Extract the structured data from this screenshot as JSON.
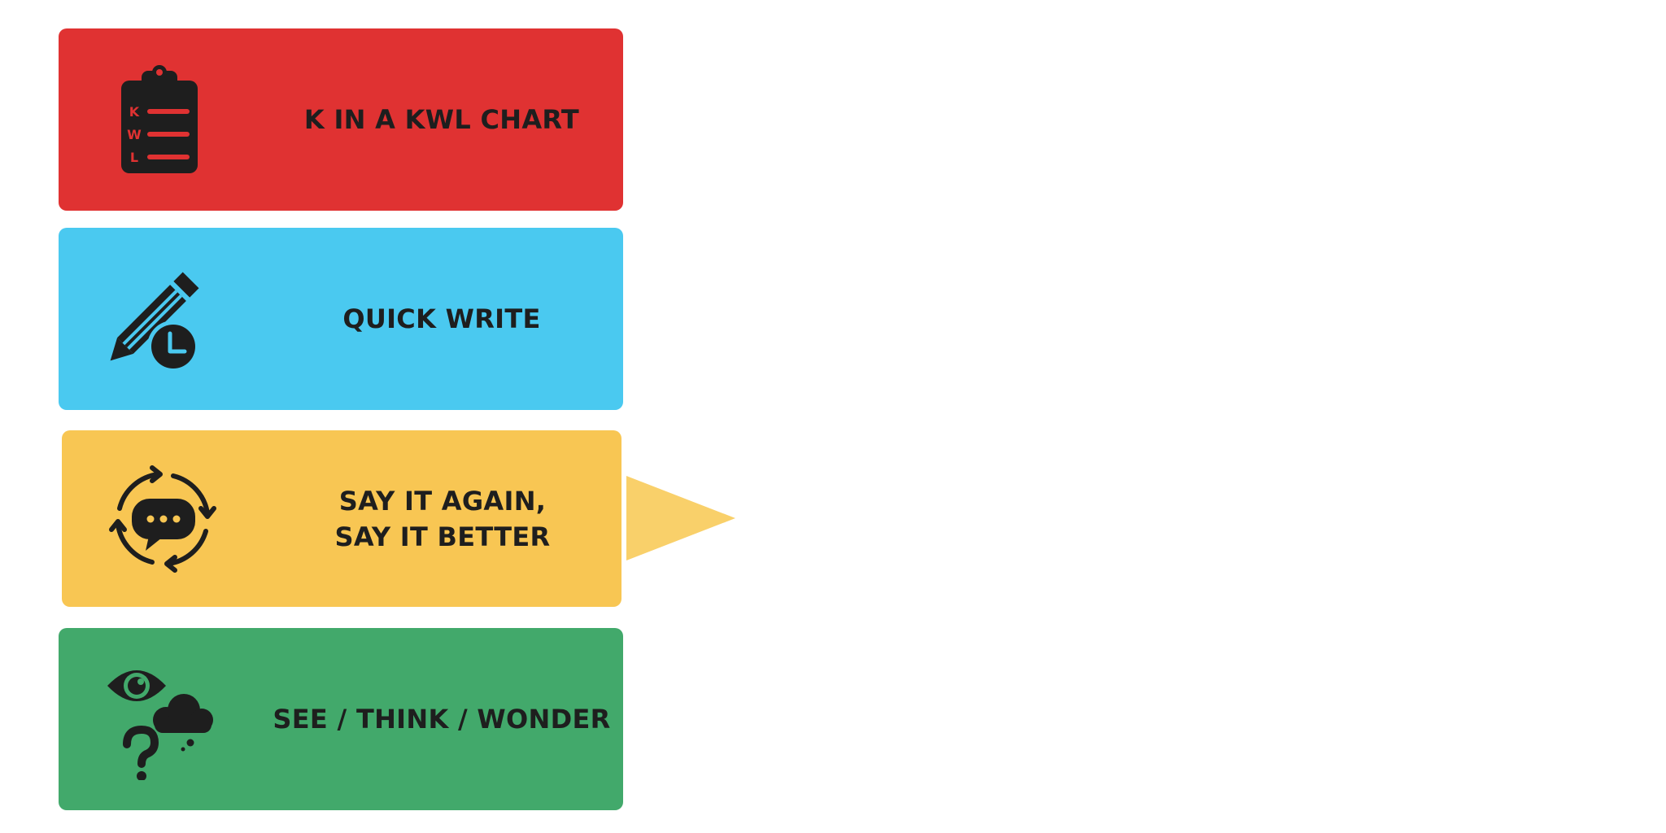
{
  "colors": {
    "red": "#e03232",
    "blue": "#4ac9f0",
    "yellow": "#f8c653",
    "green": "#42a96b",
    "pointer": "#f9d06a",
    "ink": "#1e1e1e"
  },
  "cards": [
    {
      "label": "K IN A KWL CHART",
      "icon": "clipboard-kwl-icon",
      "icon_letters": [
        "K",
        "W",
        "L"
      ]
    },
    {
      "label": "QUICK WRITE",
      "icon": "pencil-clock-icon"
    },
    {
      "label": "SAY IT AGAIN,\nSAY IT BETTER",
      "icon": "speech-cycle-icon",
      "highlighted": true
    },
    {
      "label": "SEE / THINK / WONDER",
      "icon": "eye-cloud-question-icon"
    }
  ]
}
